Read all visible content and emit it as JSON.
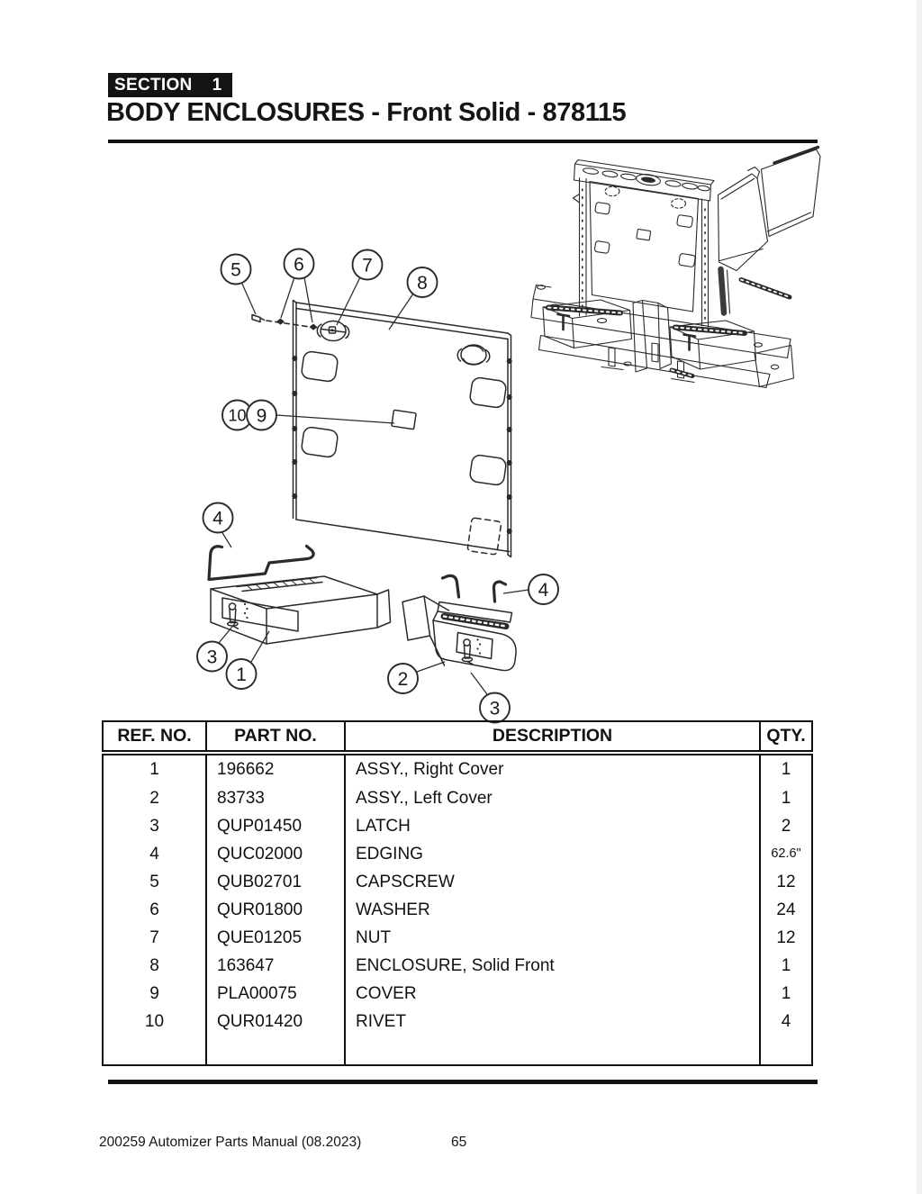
{
  "header": {
    "section_label": "SECTION",
    "section_number": "1",
    "title": "BODY ENCLOSURES - Front Solid - 878115"
  },
  "diagram": {
    "description": "Exploded view of solid front enclosure panel with covers, latches, edging and fasteners; assembled machine shown at top right",
    "callouts": {
      "c1": "1",
      "c2": "2",
      "c3": "3",
      "c4": "4",
      "c5": "5",
      "c6": "6",
      "c7": "7",
      "c8": "8",
      "c9": "9",
      "c10": "10"
    }
  },
  "table": {
    "headers": {
      "ref": "REF. NO.",
      "part": "PART NO.",
      "desc": "DESCRIPTION",
      "qty": "QTY."
    },
    "rows": [
      {
        "ref": "1",
        "part": "196662",
        "desc": "ASSY., Right Cover",
        "qty": "1"
      },
      {
        "ref": "2",
        "part": "83733",
        "desc": "ASSY., Left Cover",
        "qty": "1"
      },
      {
        "ref": "3",
        "part": "QUP01450",
        "desc": "LATCH",
        "qty": "2"
      },
      {
        "ref": "4",
        "part": "QUC02000",
        "desc": "EDGING",
        "qty": "62.6\""
      },
      {
        "ref": "5",
        "part": "QUB02701",
        "desc": "CAPSCREW",
        "qty": "12"
      },
      {
        "ref": "6",
        "part": "QUR01800",
        "desc": "WASHER",
        "qty": "24"
      },
      {
        "ref": "7",
        "part": "QUE01205",
        "desc": "NUT",
        "qty": "12"
      },
      {
        "ref": "8",
        "part": "163647",
        "desc": "ENCLOSURE, Solid Front",
        "qty": "1"
      },
      {
        "ref": "9",
        "part": "PLA00075",
        "desc": "COVER",
        "qty": "1"
      },
      {
        "ref": "10",
        "part": "QUR01420",
        "desc": "RIVET",
        "qty": "4"
      }
    ]
  },
  "footer": {
    "left": "200259 Automizer Parts Manual (08.2023)",
    "page_number": "65"
  }
}
